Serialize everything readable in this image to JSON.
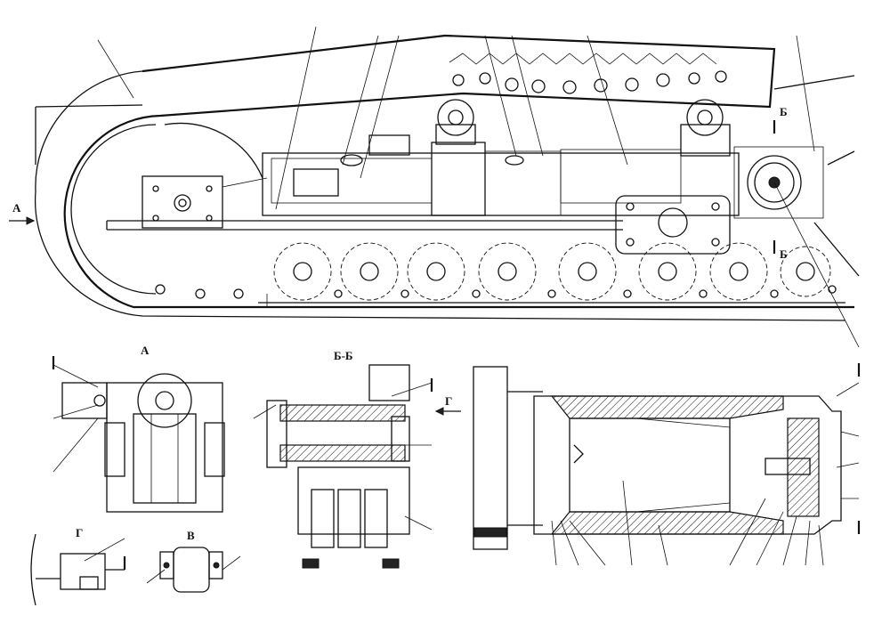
{
  "labels": {
    "view_a_arrow": "А",
    "view_a_title": "А",
    "section_b_top": "Б",
    "section_b_bottom": "Б",
    "section_bb_title": "Б-Б",
    "view_g_arrow": "Г",
    "view_g_title": "Г",
    "view_v_title": "В"
  },
  "colors": {
    "ink": "#111111",
    "paper": "#ffffff"
  }
}
